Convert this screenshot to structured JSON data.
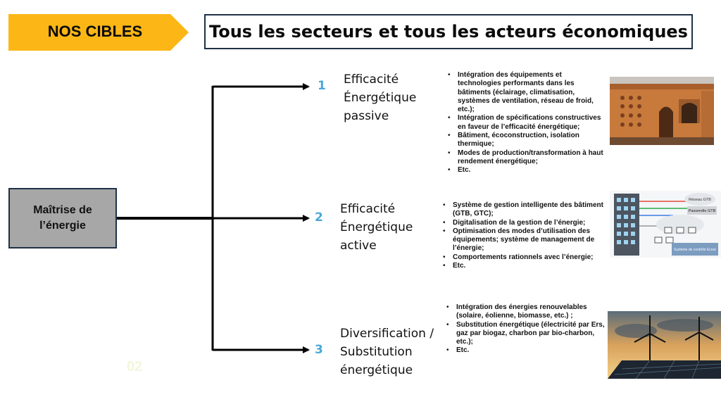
{
  "badge": {
    "label": "NOS CIBLES"
  },
  "headline": "Tous les secteurs et tous les acteurs économiques",
  "root": {
    "line1": "Maîtrise de",
    "line2": "l’énergie"
  },
  "branches": [
    {
      "number": "1",
      "title": [
        "Efficacité",
        "Énergétique",
        "passive"
      ],
      "bullets": [
        "Intégration des  équipements et technologies performants dans les bâtiments (éclairage, climatisation, systèmes de ventilation, réseau de froid, etc.);",
        "Intégration de spécifications constructives en faveur de l’efficacité énergétique;",
        "Bâtiment, écoconstruction, isolation thermique;",
        "Modes de production/transformation à haut rendement énergétique;",
        "Etc."
      ]
    },
    {
      "number": "2",
      "title": [
        "Efficacité",
        "Énergétique",
        "active"
      ],
      "bullets": [
        "Système de gestion intelligente des bâtiment (GTB, GTC);",
        "Digitalisation de la gestion de l’énergie;",
        "Optimisation des modes d’utilisation des équipements; système de management de l’énergie;",
        "Comportements rationnels avec l’énergie;",
        "Etc."
      ],
      "diagram_labels": [
        "Réseau GTB",
        "Passerelle GTB",
        "Système de contrôle Ecoor"
      ]
    },
    {
      "number": "3",
      "title": [
        "Diversification /",
        "Substitution",
        "énergétique"
      ],
      "bullets": [
        "Intégration des énergies renouvelables (solaire, éolienne, biomasse, etc.) ;",
        "Substitution énergétique (électricité par Ers, gaz par biogaz, charbon par bio-charbon, etc.);",
        "Etc."
      ]
    }
  ],
  "watermark": "02",
  "colors": {
    "badge": "#fcb716",
    "number": "#4aa8d8",
    "border": "#1f3147",
    "root_fill": "#a7a7a7"
  }
}
